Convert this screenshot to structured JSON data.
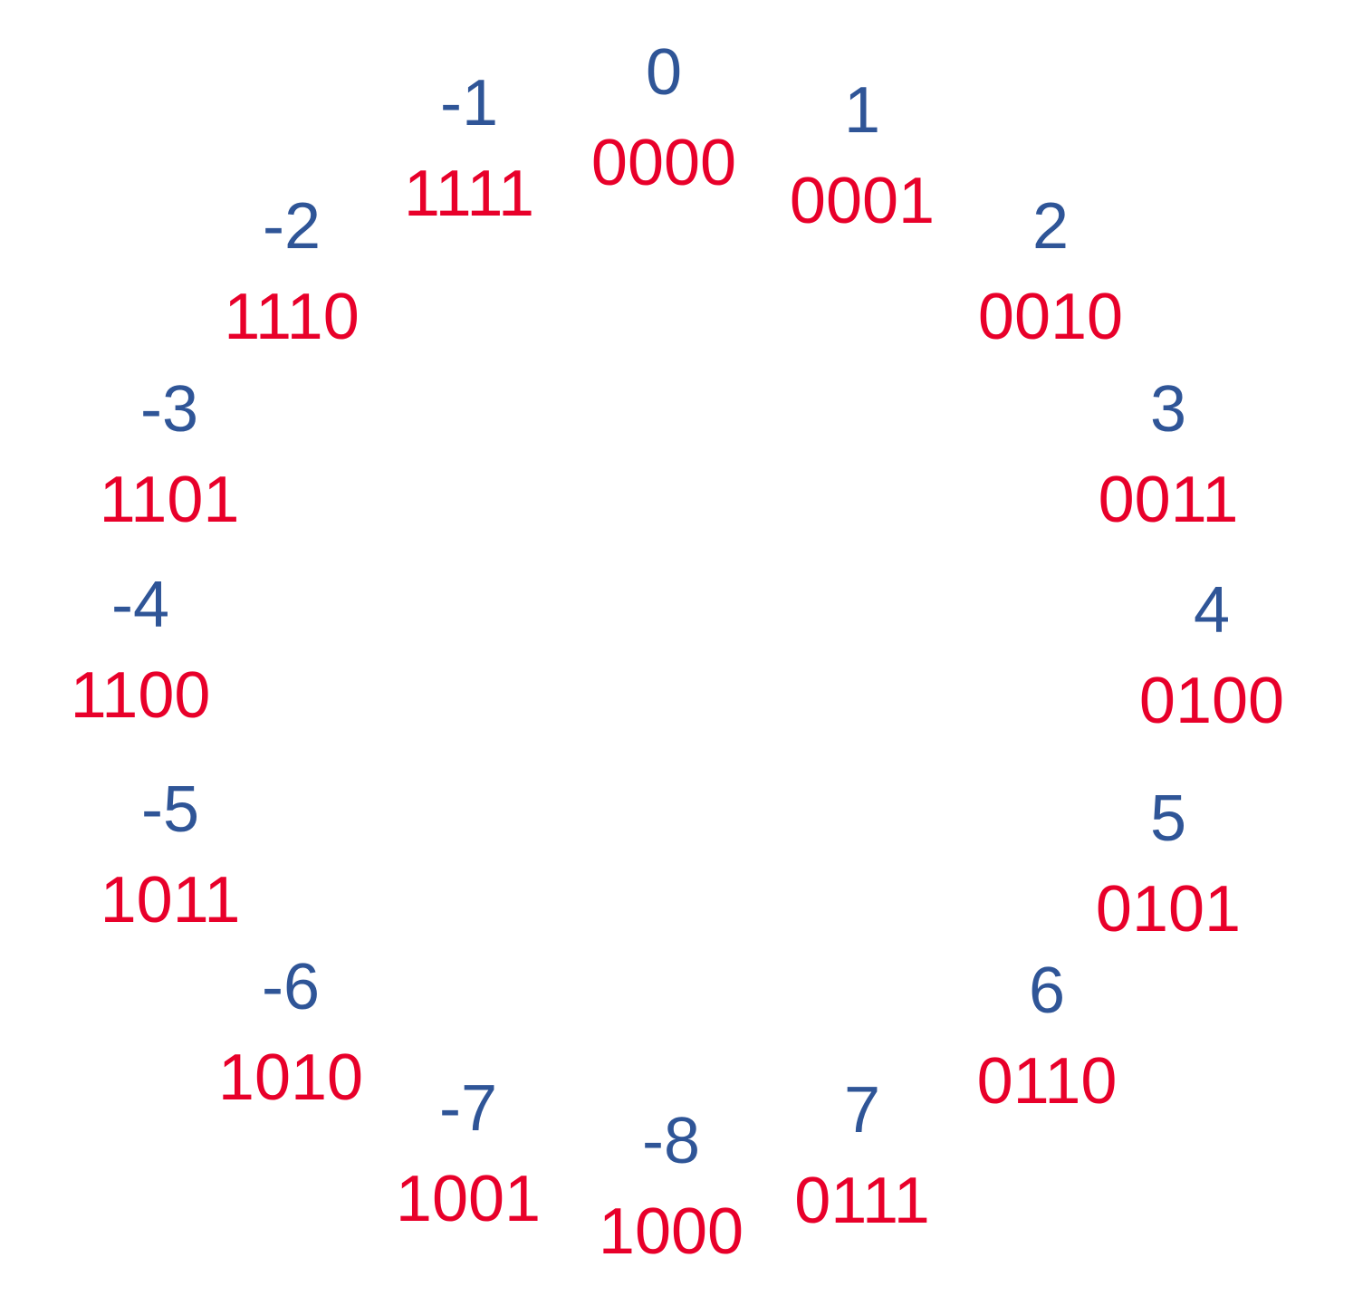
{
  "colors": {
    "decimal": "#2f5597",
    "binary": "#e8002a",
    "background": "#ffffff"
  },
  "entries": [
    {
      "decimal": "0",
      "binary": "0000"
    },
    {
      "decimal": "1",
      "binary": "0001"
    },
    {
      "decimal": "2",
      "binary": "0010"
    },
    {
      "decimal": "3",
      "binary": "0011"
    },
    {
      "decimal": "4",
      "binary": "0100"
    },
    {
      "decimal": "5",
      "binary": "0101"
    },
    {
      "decimal": "6",
      "binary": "0110"
    },
    {
      "decimal": "7",
      "binary": "0111"
    },
    {
      "decimal": "-8",
      "binary": "1000"
    },
    {
      "decimal": "-7",
      "binary": "1001"
    },
    {
      "decimal": "-6",
      "binary": "1010"
    },
    {
      "decimal": "-5",
      "binary": "1011"
    },
    {
      "decimal": "-4",
      "binary": "1100"
    },
    {
      "decimal": "-3",
      "binary": "1101"
    },
    {
      "decimal": "-2",
      "binary": "1110"
    },
    {
      "decimal": "-1",
      "binary": "1111"
    }
  ]
}
